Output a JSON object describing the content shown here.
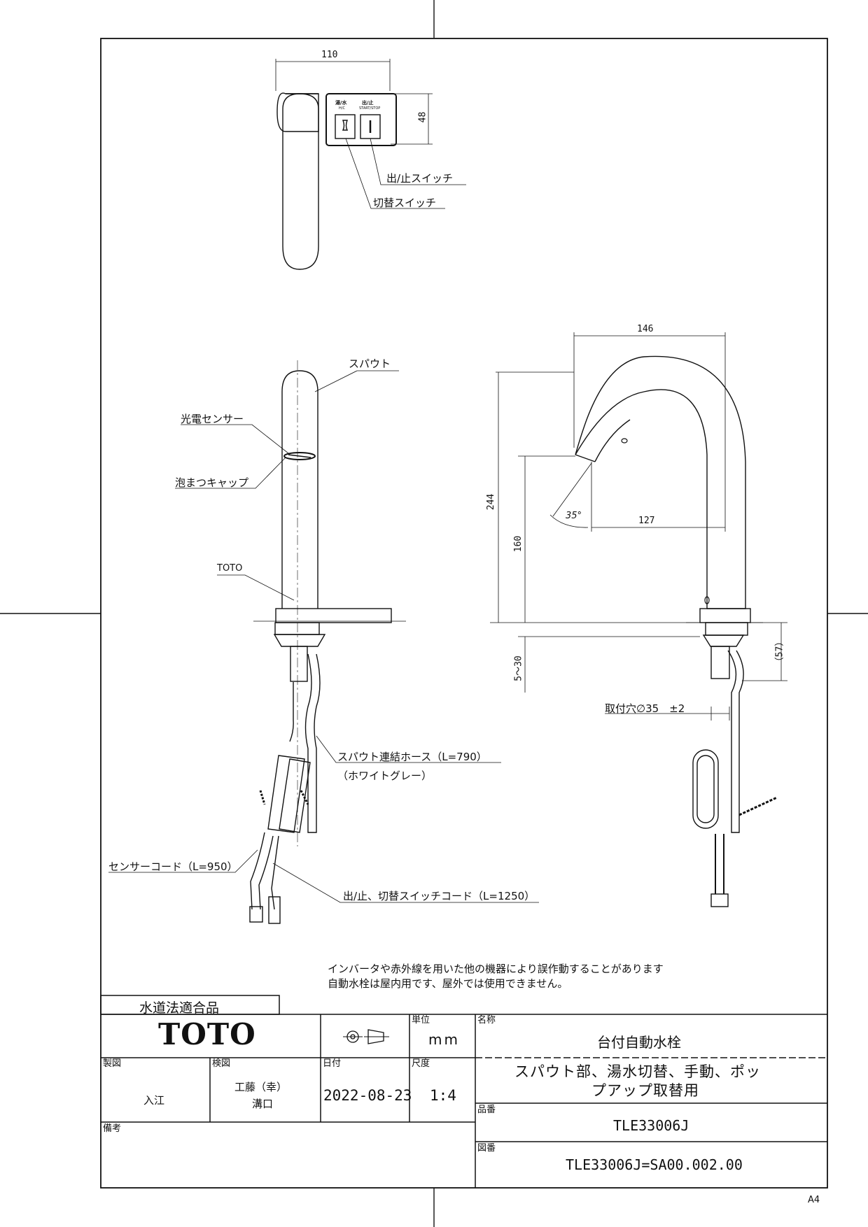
{
  "top_view": {
    "width_dim": "110",
    "height_dim": "48",
    "panel": {
      "left_label": "湯/水",
      "left_sub": "H/C",
      "right_label": "出/止",
      "right_sub": "START/STOP"
    },
    "callout_start_stop": "出/止スイッチ",
    "callout_switch": "切替スイッチ"
  },
  "front_view": {
    "spout": "スパウト",
    "sensor": "光電センサー",
    "aerator": "泡まつキャップ",
    "brand_mark": "TOTO",
    "hose": "スパウト連結ホース（L=790）",
    "hose_color": "（ホワイトグレー）",
    "sensor_cord": "センサーコード（L=950）",
    "switch_cord": "出/止、切替スイッチコード（L=1250）"
  },
  "side_view": {
    "dim_width": "146",
    "dim_reach": "127",
    "dim_height": "244",
    "dim_outlet": "160",
    "angle": "35°",
    "dim_counter": "5～30",
    "dim_below": "（57）",
    "mount_hole": "取付穴∅35　±2"
  },
  "notes": [
    "インバータや赤外線を用いた他の機器により誤作動することがあります",
    "自動水栓は屋内用です、屋外では使用できません。"
  ],
  "title_block": {
    "compliance": "水道法適合品",
    "company": "TOTO",
    "unit_label": "単位",
    "unit_value": "mm",
    "name_label": "名称",
    "name_value": "台付自動水栓",
    "desc_line1": "スパウト部、湯水切替、手動、ポッ",
    "desc_line2": "プアップ取替用",
    "drawn_label": "製図",
    "drawn_value": "入江",
    "checked_label": "検図",
    "checked_value1": "工藤（幸）",
    "checked_value2": "溝口",
    "date_label": "日付",
    "date_value": "2022-08-23",
    "scale_label": "尺度",
    "scale_value": "1:4",
    "part_label": "品番",
    "part_value": "TLE33006J",
    "remarks_label": "備考",
    "drawing_label": "図番",
    "drawing_value": "TLE33006J=SA00.002.00"
  },
  "paper_size": "A4"
}
